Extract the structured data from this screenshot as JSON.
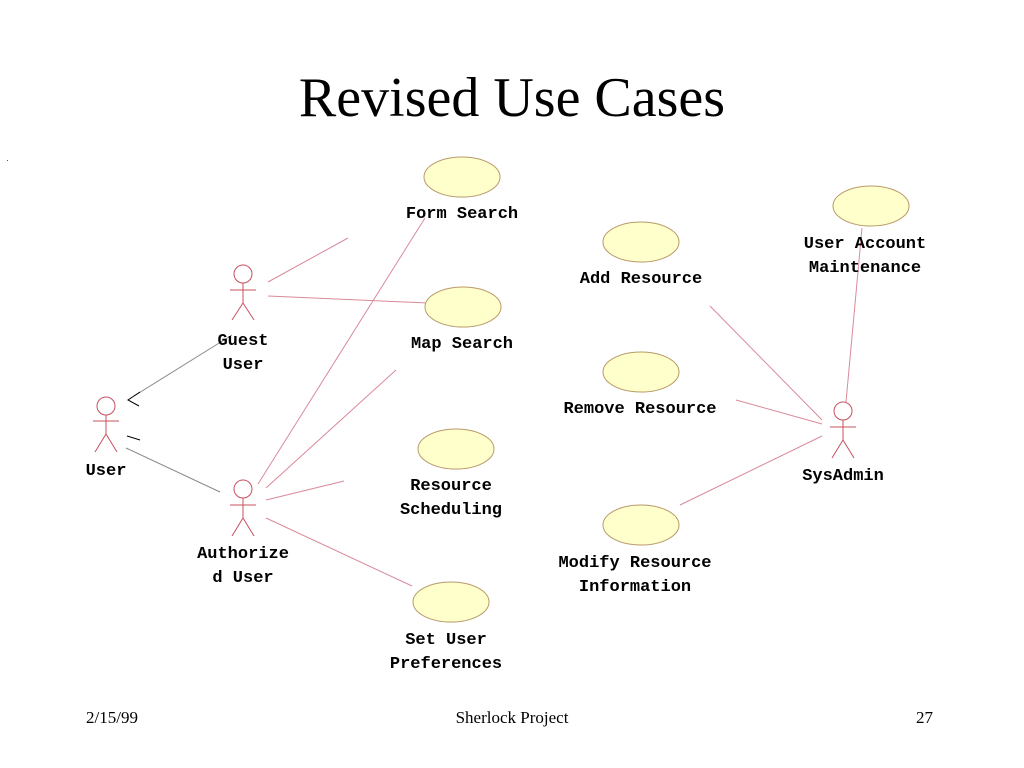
{
  "title": "Revised Use Cases",
  "actors": {
    "user": "User",
    "guest_user": "Guest\nUser",
    "authorized_user": "Authorize\nd User",
    "sysadmin": "SysAdmin"
  },
  "use_cases": {
    "form_search": "Form Search",
    "map_search": "Map Search",
    "resource_scheduling": "Resource\nScheduling",
    "set_user_preferences": "Set User\nPreferences",
    "add_resource": "Add Resource",
    "remove_resource": "Remove Resource",
    "modify_resource_information": "Modify Resource\nInformation",
    "user_account_maintenance": "User Account\nMaintenance"
  },
  "footer": {
    "date": "2/15/99",
    "project": "Sherlock Project",
    "page": "27"
  },
  "colors": {
    "line": "#d98a9a",
    "actor": "#c8505f",
    "ellipse_fill": "#ffffcc",
    "ellipse_stroke": "#b89a6a",
    "generalization": "#8a8a8a"
  }
}
